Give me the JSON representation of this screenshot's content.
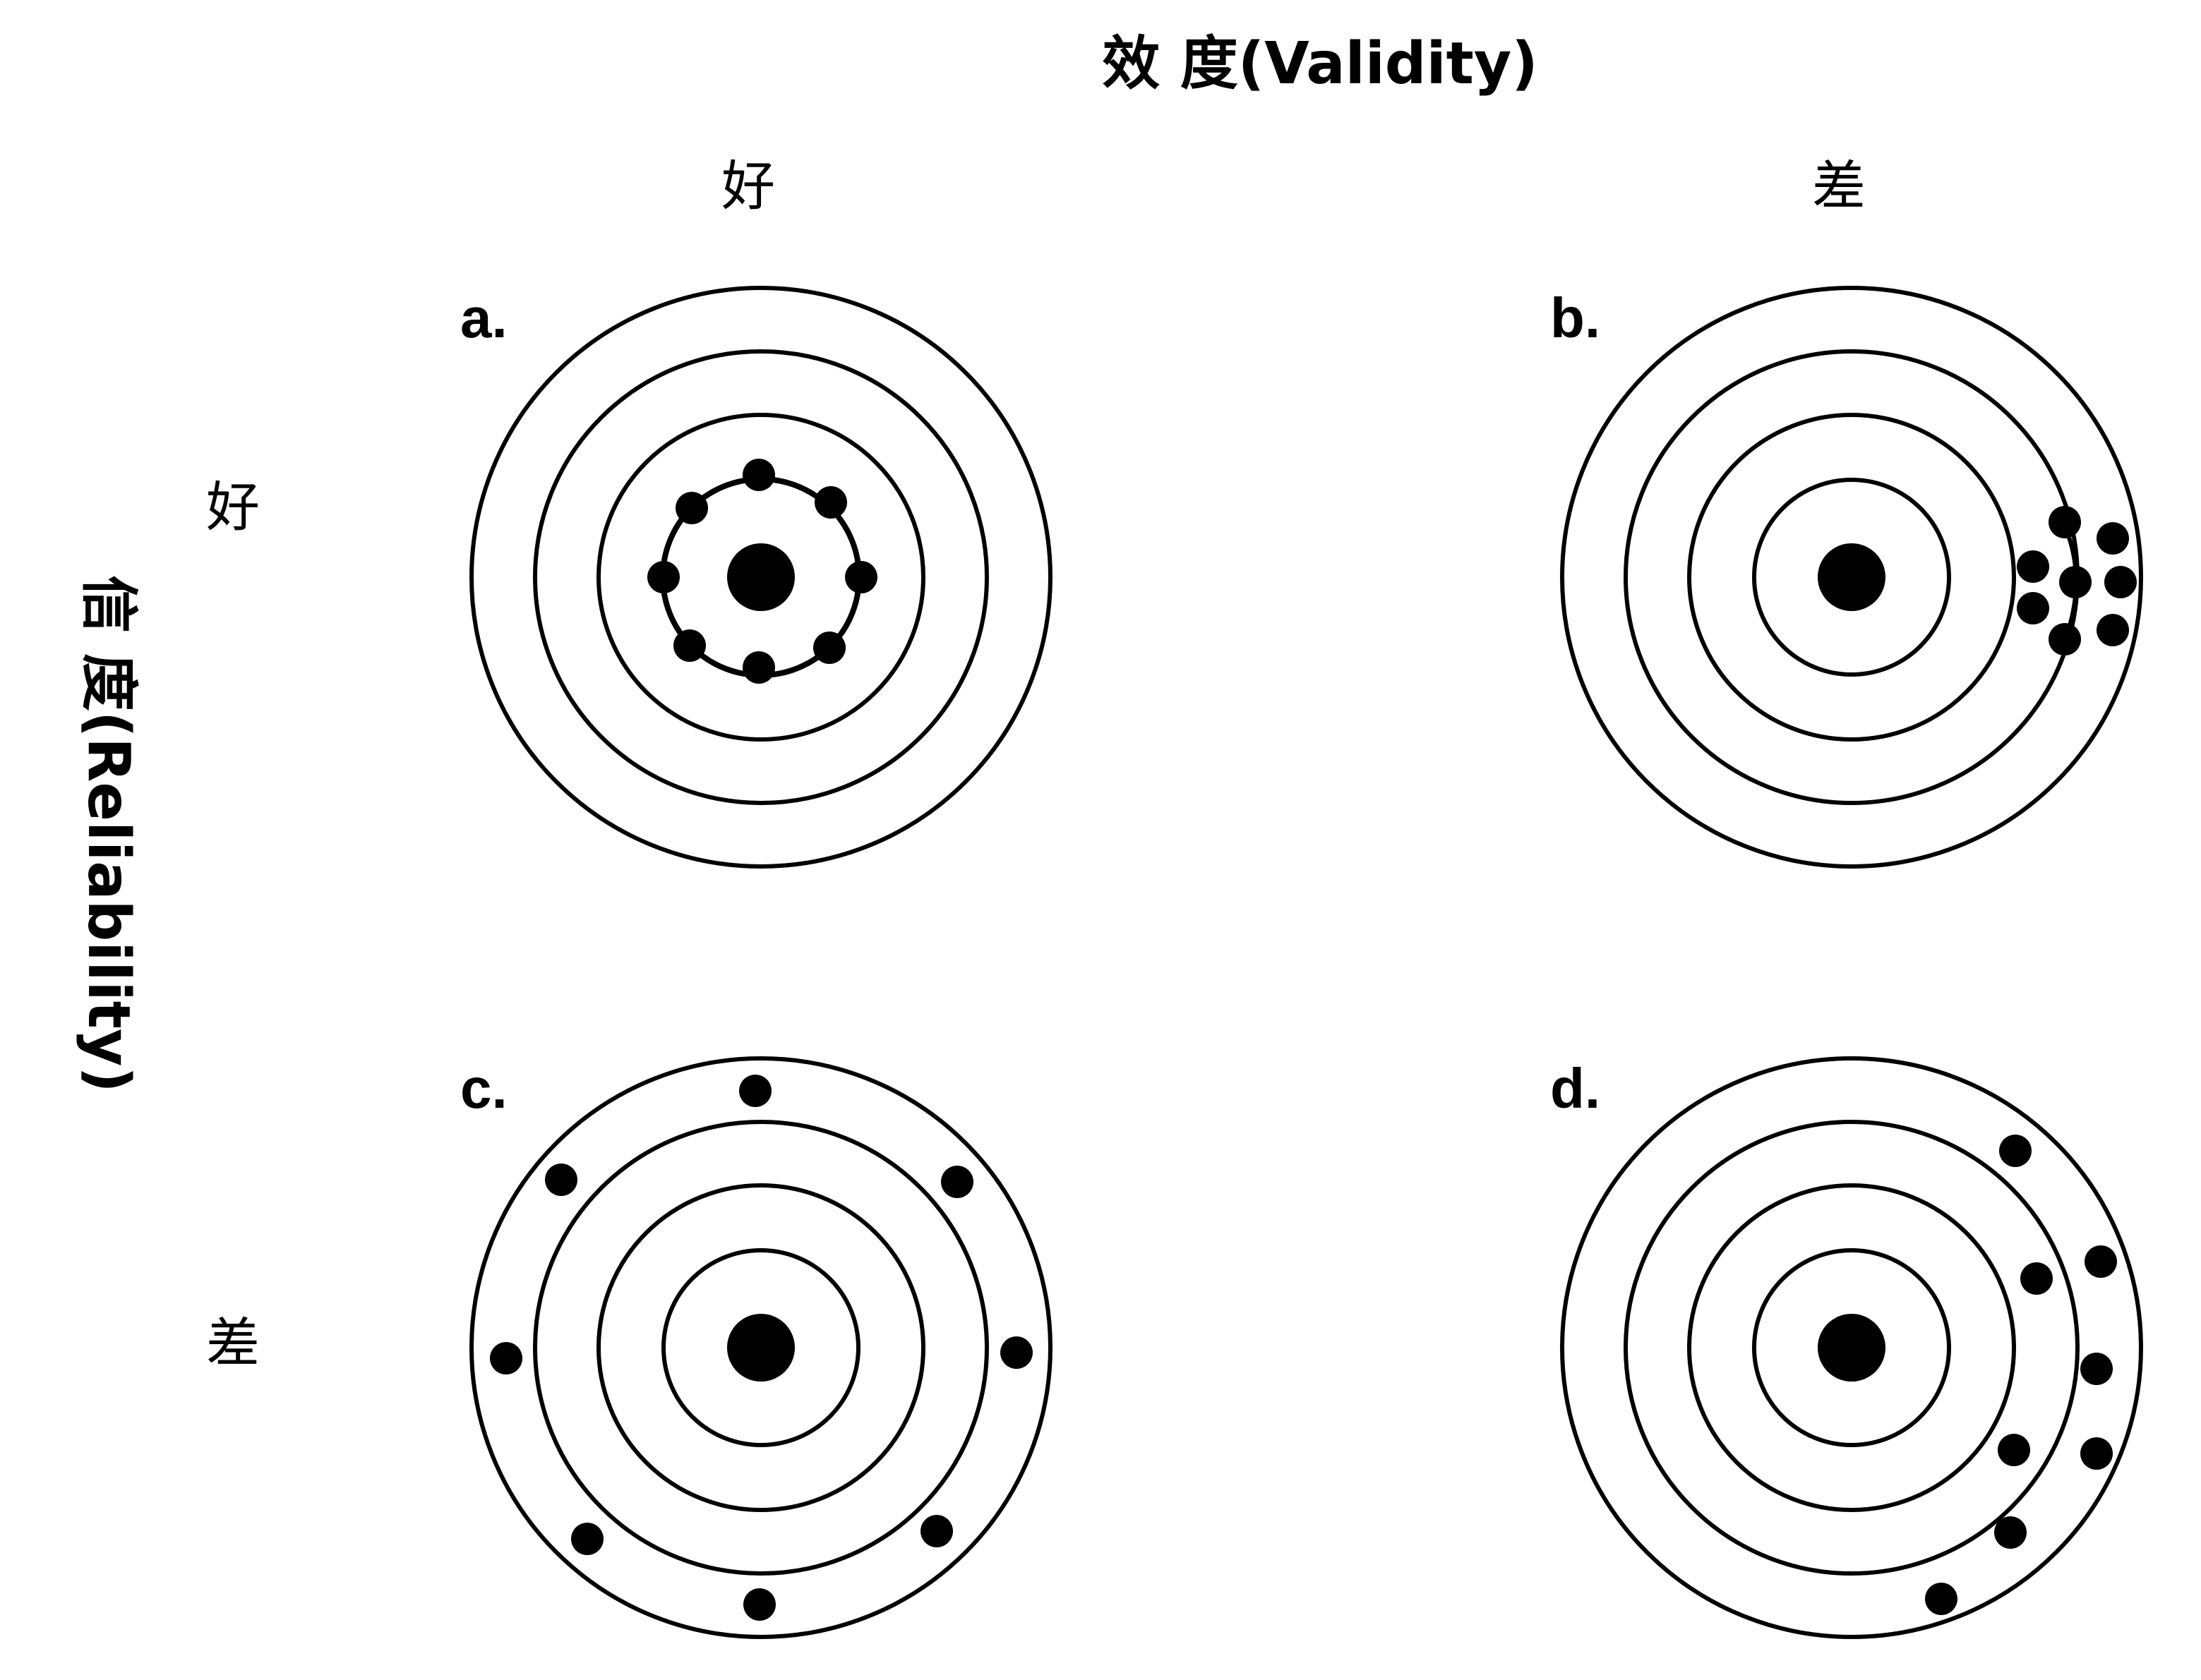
{
  "titles": {
    "validity": "效  度(Validity)",
    "reliability": "信  度(Reliability)"
  },
  "levels": {
    "col_good": "好",
    "col_poor": "差",
    "row_good": "好",
    "row_poor": "差"
  },
  "panels": [
    {
      "letter": "a.",
      "validity": "好",
      "reliability": "好",
      "shots": 8
    },
    {
      "letter": "b.",
      "validity": "差",
      "reliability": "好",
      "shots": 8
    },
    {
      "letter": "c.",
      "validity": "好",
      "reliability": "差",
      "shots": 8
    },
    {
      "letter": "d.",
      "validity": "差",
      "reliability": "差",
      "shots": 8
    }
  ],
  "colors": {
    "ink": "#000000",
    "background": "#ffffff"
  }
}
